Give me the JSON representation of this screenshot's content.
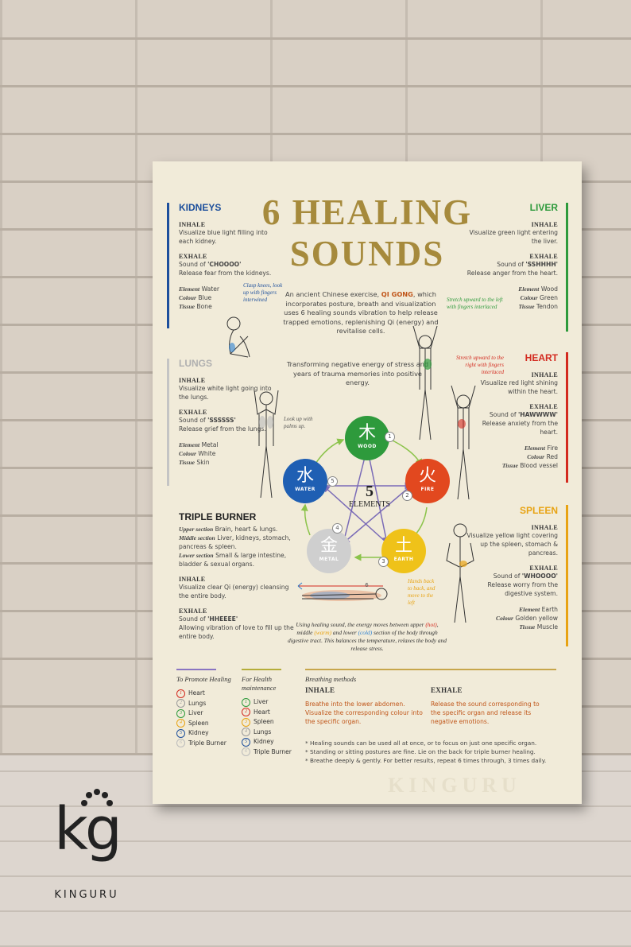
{
  "title": {
    "line1": "6 HEALING",
    "line2": "SOUNDS"
  },
  "intro": {
    "p1_before": "An ancient Chinese exercise, ",
    "p1_highlight": "QI GONG",
    "p1_after": ", which incorporates posture, breath and visualization uses 6 healing sounds vibration to help release trapped emotions, replenishing Qi (energy) and revitalise cells.",
    "p2": "Transforming negative energy of stress and years of trauma memories into positive energy."
  },
  "kidneys": {
    "title": "KIDNEYS",
    "color": "#1d4f9c",
    "inhale_label": "INHALE",
    "inhale_text": "Visualize blue light filling into each kidney.",
    "exhale_label": "EXHALE",
    "exhale_pre": "Sound of ",
    "exhale_sound": "'CHOOOO'",
    "exhale_text": "Release fear from the kidneys.",
    "element_label": "Element",
    "element": "Water",
    "colour_label": "Colour",
    "colour": "Blue",
    "tissue_label": "Tissue",
    "tissue": "Bone",
    "pose_note": "Clasp knees, look up with fingers interwined"
  },
  "lungs": {
    "title": "LUNGS",
    "color": "#b8b8b8",
    "inhale_label": "INHALE",
    "inhale_text": "Visualize white light going into the lungs.",
    "exhale_label": "EXHALE",
    "exhale_pre": "Sound of ",
    "exhale_sound": "'SSSSSS'",
    "exhale_text": "Release grief from the lungs.",
    "element_label": "Element",
    "element": "Metal",
    "colour_label": "Colour",
    "colour": "White",
    "tissue_label": "Tissue",
    "tissue": "Skin",
    "pose_note": "Look up with palms up."
  },
  "triple_burner": {
    "title": "TRIPLE BURNER",
    "upper_label": "Upper section",
    "upper": "Brain, heart & lungs.",
    "middle_label": "Middle section",
    "middle": "Liver, kidneys, stomach, pancreas & spleen.",
    "lower_label": "Lower section",
    "lower": "Small & large intestine, bladder & sexual organs.",
    "inhale_label": "INHALE",
    "inhale_text": "Visualize clear Qi (energy) cleansing the entire body.",
    "exhale_label": "EXHALE",
    "exhale_pre": "Sound of ",
    "exhale_sound": "'HHEEEE'",
    "exhale_text": "Allowing vibration of love to fill up the entire body."
  },
  "liver": {
    "title": "LIVER",
    "color": "#2e9a3c",
    "inhale_label": "INHALE",
    "inhale_text": "Visualize green light entering the liver.",
    "exhale_label": "EXHALE",
    "exhale_pre": "Sound of ",
    "exhale_sound": "'SSHHHH'",
    "exhale_text": "Release anger from the heart.",
    "element_label": "Element",
    "element": "Wood",
    "colour_label": "Colour",
    "colour": "Green",
    "tissue_label": "Tissue",
    "tissue": "Tendon",
    "pose_note": "Stretch upward to the left with fingers interlaced"
  },
  "heart": {
    "title": "HEART",
    "color": "#d32a1f",
    "inhale_label": "INHALE",
    "inhale_text": "Visualize red light shining within the heart.",
    "exhale_label": "EXHALE",
    "exhale_pre": "Sound of ",
    "exhale_sound": "'HAWWWW'",
    "exhale_text": "Release anxiety from the heart.",
    "element_label": "Element",
    "element": "Fire",
    "colour_label": "Colour",
    "colour": "Red",
    "tissue_label": "Tissue",
    "tissue": "Blood vessel",
    "pose_note": "Stretch upward to the right with fingers interlaced"
  },
  "spleen": {
    "title": "SPLEEN",
    "color": "#e8a313",
    "inhale_label": "INHALE",
    "inhale_text": "Visualize yellow light covering up the spleen, stomach & pancreas.",
    "exhale_label": "EXHALE",
    "exhale_pre": "Sound of ",
    "exhale_sound": "'WHOOOO'",
    "exhale_text": "Release worry from the digestive system.",
    "element_label": "Element",
    "element": "Earth",
    "colour_label": "Colour",
    "colour": "Golden yellow",
    "tissue_label": "Tissue",
    "tissue": "Muscle",
    "pose_note": "Hands back to back, and move to the left"
  },
  "elements": {
    "center_number": "5",
    "center_label": "ELEMENTS",
    "wood": {
      "glyph": "木",
      "name": "WOOD",
      "color": "#2e9a3c",
      "num": "1"
    },
    "fire": {
      "glyph": "火",
      "name": "FIRE",
      "color": "#e2481f",
      "num": "2"
    },
    "earth": {
      "glyph": "土",
      "name": "EARTH",
      "color": "#efc219",
      "num": "3"
    },
    "metal": {
      "glyph": "金",
      "name": "METAL",
      "color": "#c9c9c9",
      "num": "4"
    },
    "water": {
      "glyph": "水",
      "name": "WATER",
      "color": "#1f5fb3",
      "num": "5"
    },
    "lying_num": "6"
  },
  "lying_caption": {
    "pre": "Using healing sound, the energy moves between",
    "upper": "upper",
    "hot": "(hot)",
    "comma": ", middle",
    "warm": "(warm)",
    "and_lower": " and lower",
    "cold": "(cold)",
    "post": " section of the body through digestive tract. This balances the temperature, relaxes the body and release stress."
  },
  "legend_promote": {
    "title": "To Promote Healing",
    "items": [
      {
        "n": "1",
        "label": "Heart",
        "color": "#d32a1f"
      },
      {
        "n": "2",
        "label": "Lungs",
        "color": "#999999"
      },
      {
        "n": "3",
        "label": "Liver",
        "color": "#2e9a3c"
      },
      {
        "n": "4",
        "label": "Spleen",
        "color": "#e8a313"
      },
      {
        "n": "5",
        "label": "Kidney",
        "color": "#1d4f9c"
      },
      {
        "n": "6",
        "label": "Triple Burner",
        "color": "#bbbbbb"
      }
    ]
  },
  "legend_maintenance": {
    "title": "For Health maintenance",
    "items": [
      {
        "n": "1",
        "label": "Liver",
        "color": "#2e9a3c"
      },
      {
        "n": "2",
        "label": "Heart",
        "color": "#d32a1f"
      },
      {
        "n": "3",
        "label": "Spleen",
        "color": "#e8a313"
      },
      {
        "n": "4",
        "label": "Lungs",
        "color": "#999999"
      },
      {
        "n": "5",
        "label": "Kidney",
        "color": "#1d4f9c"
      },
      {
        "n": "6",
        "label": "Triple Burner",
        "color": "#bbbbbb"
      }
    ]
  },
  "breathing": {
    "title": "Breathing methods",
    "inhale_label": "INHALE",
    "inhale_text": "Breathe into the lower abdomen. Visualize the corresponding colour into the specific organ.",
    "exhale_label": "EXHALE",
    "exhale_text": "Release the sound corresponding to the specific organ and release its negative emotions.",
    "notes": [
      "* Healing sounds can be used all at once, or to focus on just one specific organ.",
      "* Standing or sitting postures are fine. Lie on the back for triple burner healing.",
      "* Breathe deeply & gently. For better results, repeat 6 times through, 3 times daily."
    ]
  },
  "watermark": "KINGURU",
  "brand": {
    "mark": "kg",
    "name": "KINGURU"
  }
}
